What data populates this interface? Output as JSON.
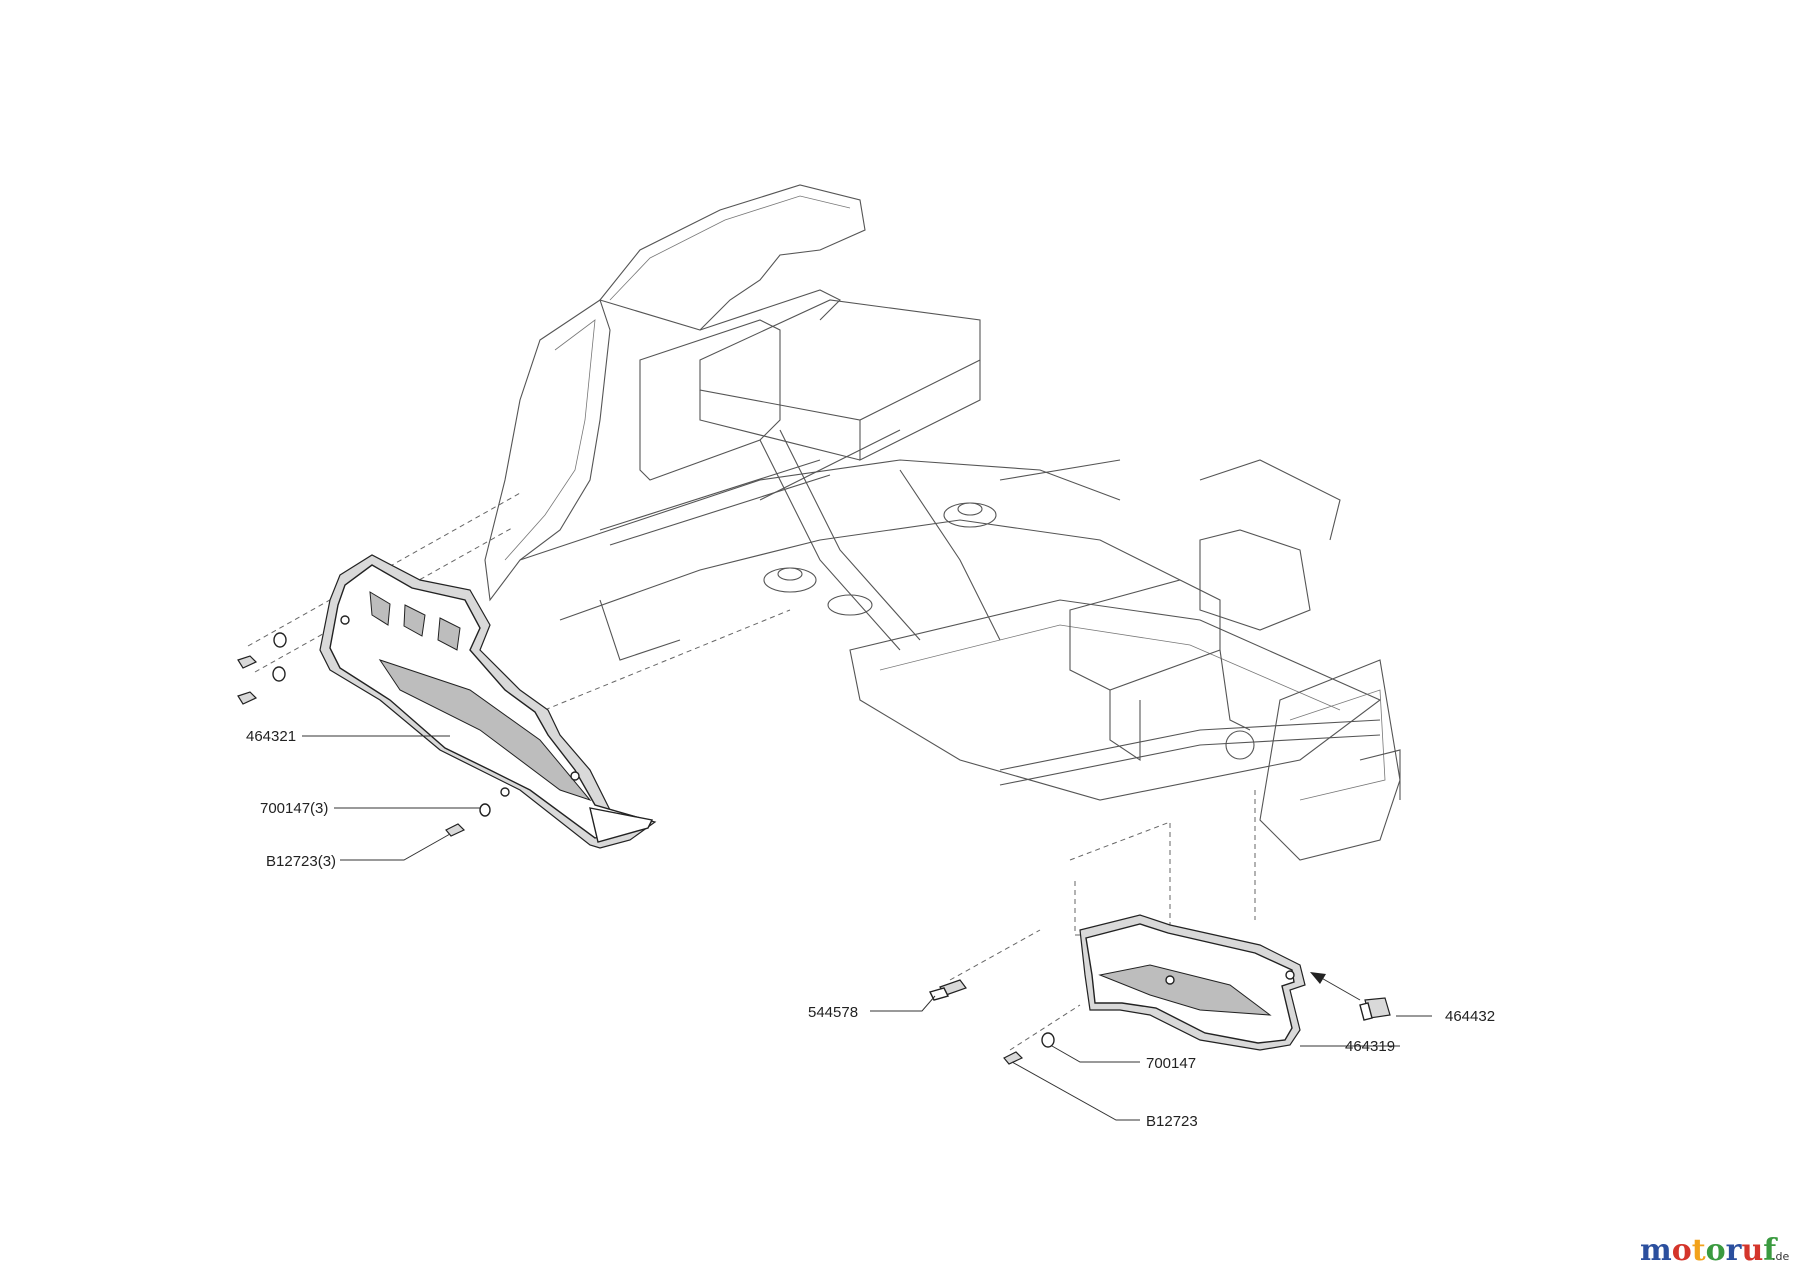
{
  "labels": {
    "cover_left": "464321",
    "washer_left": "700147(3)",
    "screw_left": "B12723(3)",
    "bolt": "544578",
    "cover_right": "464319",
    "clip": "464432",
    "washer_right": "700147",
    "screw_right": "B12723"
  },
  "logo": {
    "letters": [
      "m",
      "o",
      "t",
      "o",
      "r",
      "u",
      "f"
    ],
    "letter_colors": [
      "#2b4f9e",
      "#d4352b",
      "#f2a21b",
      "#3a9a3f",
      "#2b4f9e",
      "#d4352b",
      "#3a9a3f"
    ],
    "suffix": ".de"
  }
}
